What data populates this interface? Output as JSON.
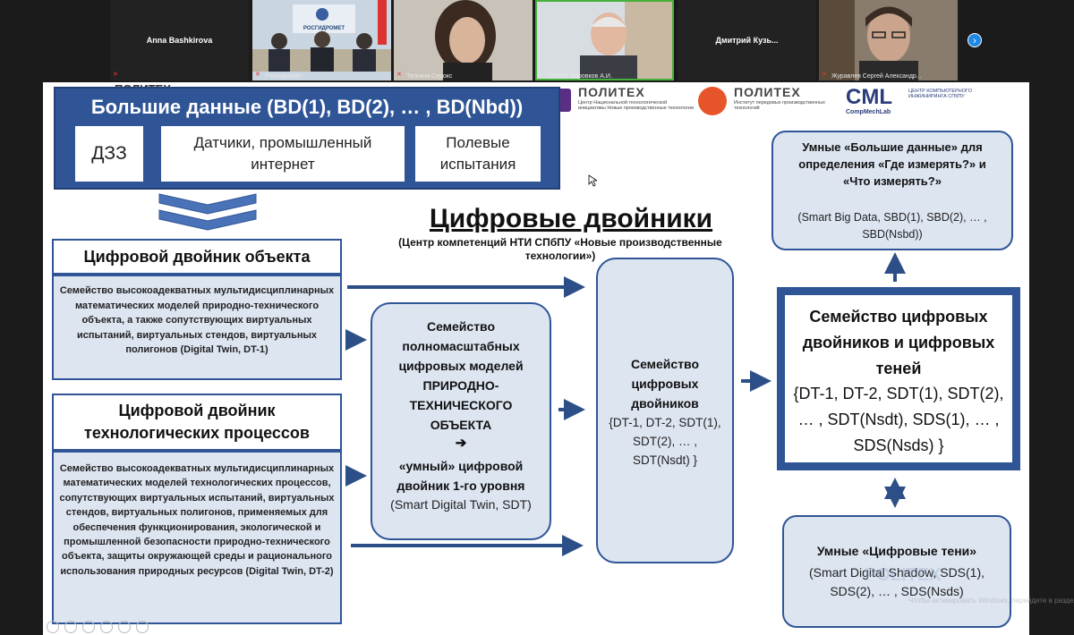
{
  "participants": [
    {
      "name": "Anna Bashkirova",
      "label": "",
      "video": false
    },
    {
      "name": "",
      "label": "Росгидромет",
      "video": true
    },
    {
      "name": "",
      "label": "Татьяна Серокс",
      "video": true
    },
    {
      "name": "",
      "label": "СПбПУ Боровков А.И.",
      "video": true
    },
    {
      "name": "Дмитрий  Кузь...",
      "label": "",
      "video": false
    },
    {
      "name": "",
      "label": "Журавлев Сергей Александр...",
      "video": true
    }
  ],
  "logos": {
    "politeh_partial": "ПОЛИТЕХ",
    "politeh1": "ПОЛИТЕХ",
    "politeh1_sub": "Центр Национальной технологической инициативы Новые производственные технологии",
    "politeh2": "ПОЛИТЕХ",
    "politeh2_sub": "Институт передовых производственных технологий",
    "cml": "CML",
    "cml_sub": "ЦЕНТР КОМПЬЮТЕРНОГО ИНЖИНИРИНГА СПбПУ",
    "cml_sub2": "CompMechLab"
  },
  "bigdata": {
    "title": "Большие данные (BD(1), BD(2), … , BD(Nbd))",
    "dzz": "ДЗЗ",
    "sensors": "Датчики, промышленный интернет",
    "field": "Полевые испытания"
  },
  "title": {
    "main": "Цифровые двойники",
    "sub": "(Центр компетенций НТИ СПбПУ «Новые производственные технологии»)"
  },
  "dt_object": {
    "header": "Цифровой двойник объекта",
    "body": "Семейство высокоадекватных мультидисциплинарных математических моделей природно-технического объекта, а также сопутствующих виртуальных испытаний, виртуальных стендов, виртуальных полигонов (Digital Twin, DT-1)"
  },
  "dt_process": {
    "header": "Цифровой двойник технологических процессов",
    "body": "Семейство высокоадекватных мультидисциплинарных математических моделей технологических процессов, сопутствующих виртуальных испытаний, виртуальных стендов, виртуальных полигонов, применяемых для обеспечения функционирования, экологической и промышленной безопасности природно-технического объекта, защиты окружающей среды и рационального использования природных ресурсов (Digital Twin, DT-2)"
  },
  "full_models": {
    "bold": "Семейство полномасштабных цифровых моделей ПРИРОДНО-ТЕХНИЧЕСКОГО ОБЪЕКТА",
    "arrow": "➔",
    "bold2": "«умный» цифровой двойник 1-го уровня",
    "normal": "(Smart Digital Twin, SDT)"
  },
  "family_dt": {
    "bold": "Семейство цифровых двойников",
    "normal": "{DT-1, DT-2, SDT(1), SDT(2), … , SDT(Nsdt) }"
  },
  "family_main": {
    "bold": "Семейство цифровых двойников и цифровых теней",
    "normal": "{DT-1, DT-2, SDT(1), SDT(2), … , SDT(Nsdt), SDS(1), … , SDS(Nsds) }"
  },
  "smart_bigdata": {
    "bold": "Умные «Большие данные» для определения «Где измерять?» и «Что измерять?»",
    "normal": "(Smart Big Data, SBD(1), SBD(2), … , SBD(Nsbd))"
  },
  "shadows": {
    "bold": "Умные «Цифровые тени»",
    "normal": "(Smart Digital Shadow, SDS(1), SDS(2), … , SDS(Nsds)"
  },
  "watermark": {
    "activate": "Активация Windows",
    "hint": "Чтобы активировать Windows, перейдите в раздел \"Параметры\".",
    "politex": "POLITEX"
  },
  "colors": {
    "accent": "#2f5597",
    "box_fill": "#dde5f1",
    "arrow": "#2b4f86"
  }
}
